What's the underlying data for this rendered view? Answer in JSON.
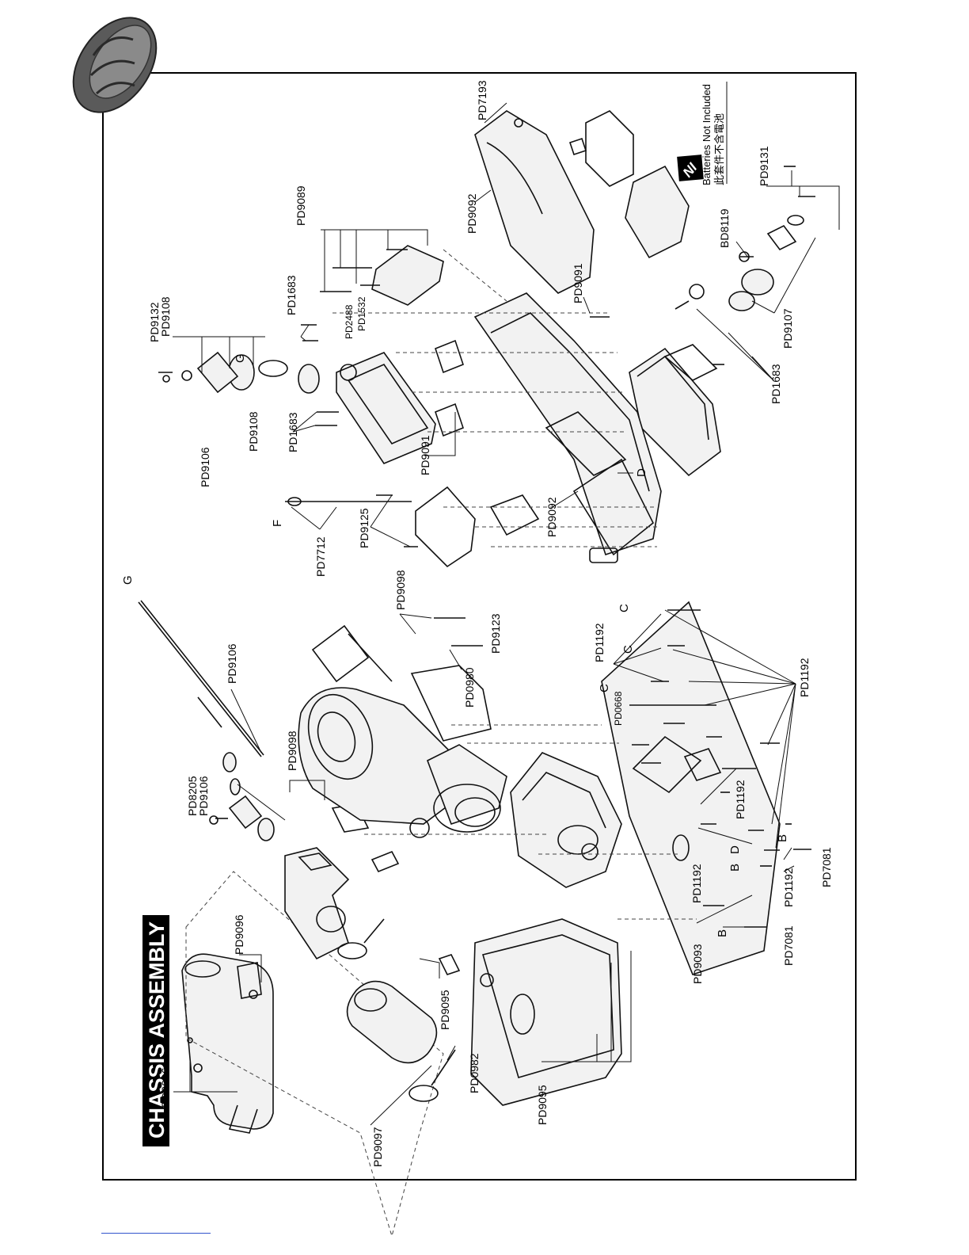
{
  "page": {
    "title": "CHASSIS ASSEMBLY",
    "notice_en": "Batteries Not Included",
    "notice_zh": "此套件不含電池",
    "notice_icon_text": "NI",
    "accent_color": "#000000"
  },
  "letters": [
    "G",
    "F",
    "G",
    "D",
    "C",
    "C",
    "C",
    "D",
    "B",
    "B",
    "B"
  ],
  "callouts": [
    "PD9096",
    "PD9096",
    "PD9097",
    "PD0982",
    "PD9095",
    "PD9095",
    "PD9093",
    "PD7081",
    "PD7081",
    "PD1192",
    "PD1192",
    "PD1192",
    "PD1192",
    "PD1192",
    "PD0668",
    "PD8205",
    "PD9106",
    "PD9106",
    "PD9098",
    "PD9098",
    "PD9123",
    "PD0980",
    "PD7712",
    "PD9125",
    "PD9091",
    "PD9091",
    "PD9092",
    "PD9092",
    "PD9106",
    "PD9108",
    "PD9108",
    "PD9132",
    "PD1683",
    "PD1683",
    "PD1683",
    "PD2488",
    "PD1532",
    "PD9089",
    "PD7193",
    "PD9107",
    "BD8119",
    "PD9131"
  ]
}
